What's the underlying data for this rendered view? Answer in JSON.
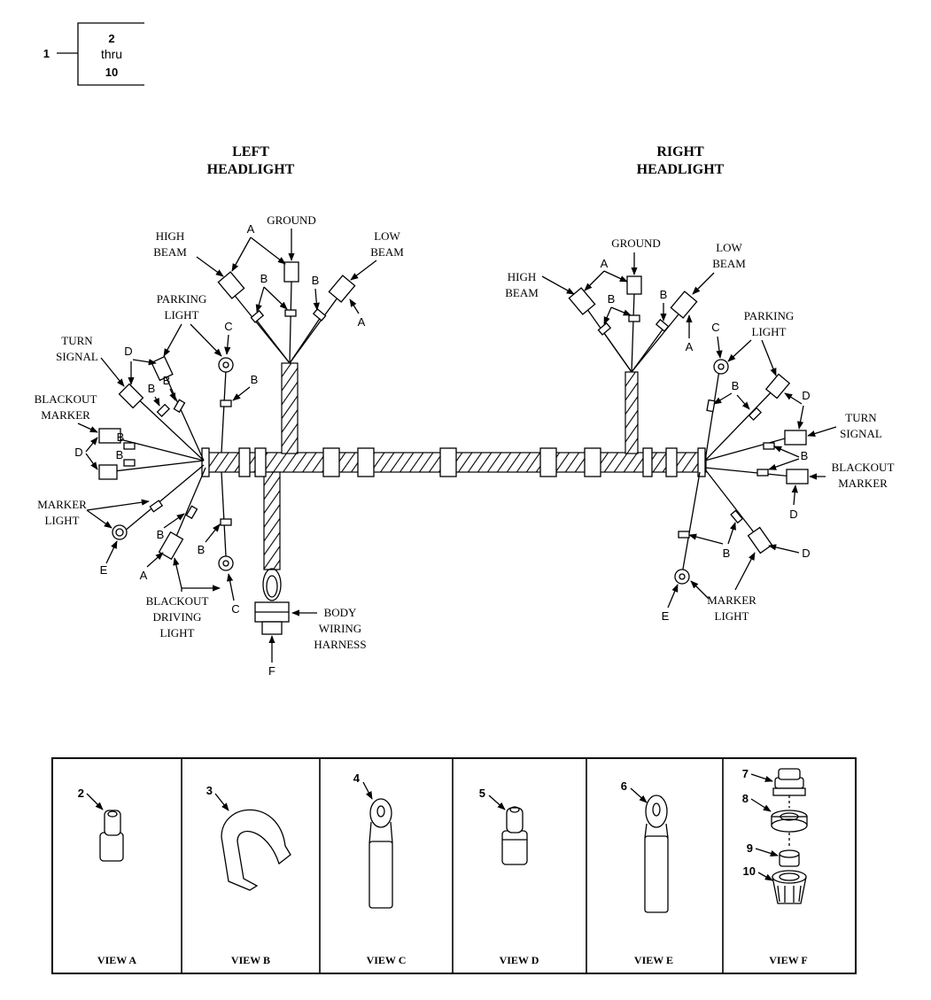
{
  "callout": {
    "index": "1",
    "range_top": "2",
    "range_mid": "thru",
    "range_bottom": "10"
  },
  "headers": {
    "left_line1": "LEFT",
    "left_line2": "HEADLIGHT",
    "right_line1": "RIGHT",
    "right_line2": "HEADLIGHT"
  },
  "labels": {
    "ground": "GROUND",
    "high": "HIGH",
    "beam": "BEAM",
    "low": "LOW",
    "parking": "PARKING",
    "light": "LIGHT",
    "turn": "TURN",
    "signal": "SIGNAL",
    "blackout": "BLACKOUT",
    "marker": "MARKER",
    "marker_light_left": "MARKER",
    "driving": "DRIVING",
    "body": "BODY",
    "wiring": "WIRING",
    "harness": "HARNESS"
  },
  "letters": {
    "a": "A",
    "b": "B",
    "c": "C",
    "d": "D",
    "e": "E",
    "f": "F"
  },
  "views": [
    {
      "label": "VIEW A",
      "item": "2"
    },
    {
      "label": "VIEW B",
      "item": "3"
    },
    {
      "label": "VIEW C",
      "item": "4"
    },
    {
      "label": "VIEW D",
      "item": "5"
    },
    {
      "label": "VIEW E",
      "item": "6"
    },
    {
      "label": "VIEW F",
      "items": [
        "7",
        "8",
        "9",
        "10"
      ]
    }
  ]
}
